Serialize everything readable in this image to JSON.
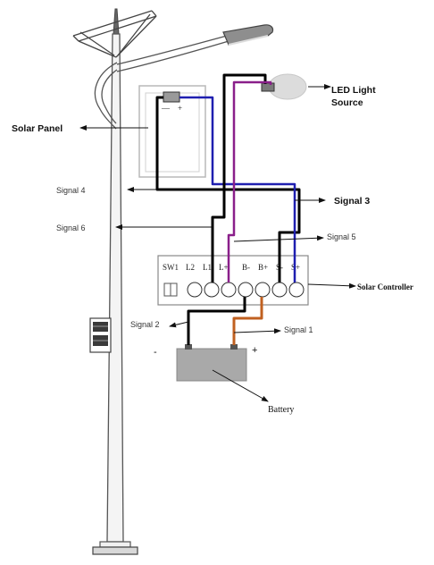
{
  "labels": {
    "led_light_source_line1": "LED  Light",
    "led_light_source_line2": "Source",
    "solar_panel": "Solar Panel",
    "signal_4": "Signal 4",
    "signal_3": "Signal 3",
    "signal_6": "Signal 6",
    "signal_5": "Signal 5",
    "solar_controller": "Solar Controller",
    "signal_2": "Signal 2",
    "signal_1": "Signal 1",
    "battery": "Battery",
    "battery_minus": "-",
    "battery_plus": "+",
    "panel_minus": "—",
    "panel_plus": "+"
  },
  "controller_terminals": [
    "SW1",
    "L2",
    "L1",
    "L+",
    "B-",
    "B+",
    "S-",
    "S+"
  ],
  "wire_colors": {
    "black": "#000000",
    "blue": "#1f1fb0",
    "purple": "#8a1f8a",
    "orange": "#c06020"
  },
  "colors": {
    "pole": "#555555",
    "panel_frame": "#b8b8b8",
    "battery_fill": "#a9a9a9",
    "led_bulb": "#dcdcdc",
    "lamp_head": "#8e8e8e"
  }
}
